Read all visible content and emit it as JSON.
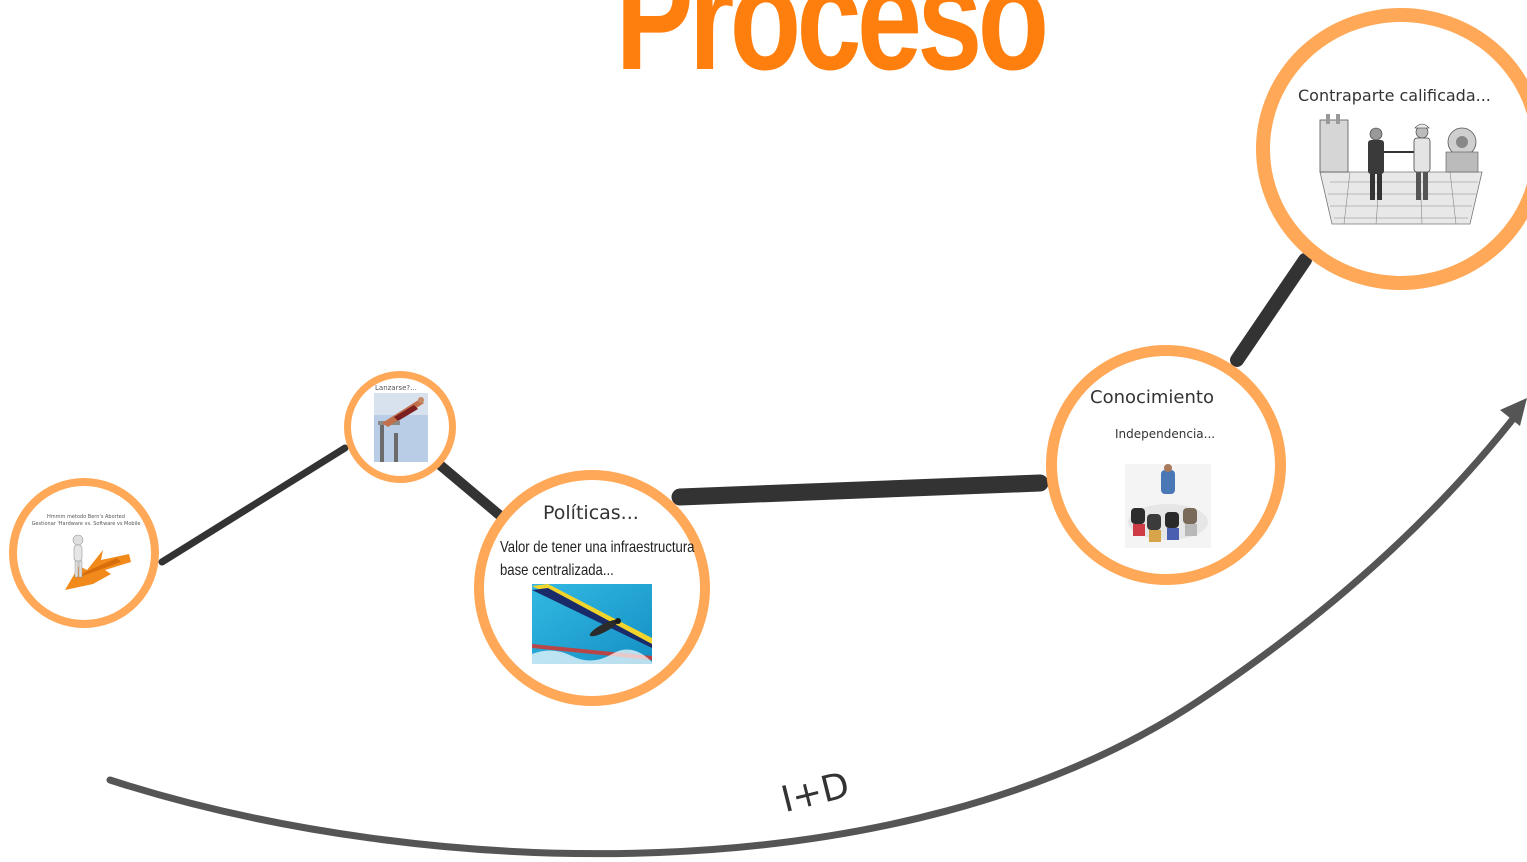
{
  "title": "Proceso",
  "nodes": {
    "leader": {
      "line1": "Hmmm método Bern's Aborted",
      "line2": "Gestionar 'Hardware vs. Software vs Mobile"
    },
    "dive": {
      "label": "Lanzarse?..."
    },
    "politicas": {
      "title": "Políticas...",
      "body_line1": "Valor de tener una infraestructura",
      "body_line2": "base centralizada..."
    },
    "conocimiento": {
      "title": "Conocimiento",
      "subtitle": "Independencia..."
    },
    "contraparte": {
      "title": "Contraparte calificada..."
    }
  },
  "arrow_label": "I+D",
  "colors": {
    "title": "#ff7f0e",
    "ring": "#ffa857",
    "connector": "#333333",
    "arrow": "#555555"
  },
  "icons": {
    "leader": "person-on-arrow-icon",
    "dive": "diver-icon",
    "politicas": "swimmer-photo",
    "conocimiento": "meeting-group-photo",
    "contraparte": "handshake-illustration"
  }
}
